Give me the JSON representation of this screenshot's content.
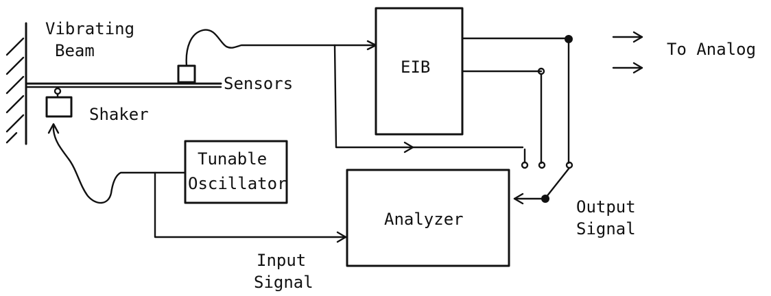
{
  "labels": {
    "vibrating": "Vibrating",
    "beam": "Beam",
    "sensors": "Sensors",
    "shaker": "Shaker",
    "eib": "EIB",
    "to_analog": "To Analog",
    "tunable": "Tunable",
    "oscillator": "Oscillator",
    "analyzer": "Analyzer",
    "output": "Output",
    "output_signal": "Signal",
    "input": "Input",
    "input_signal": "Signal"
  }
}
